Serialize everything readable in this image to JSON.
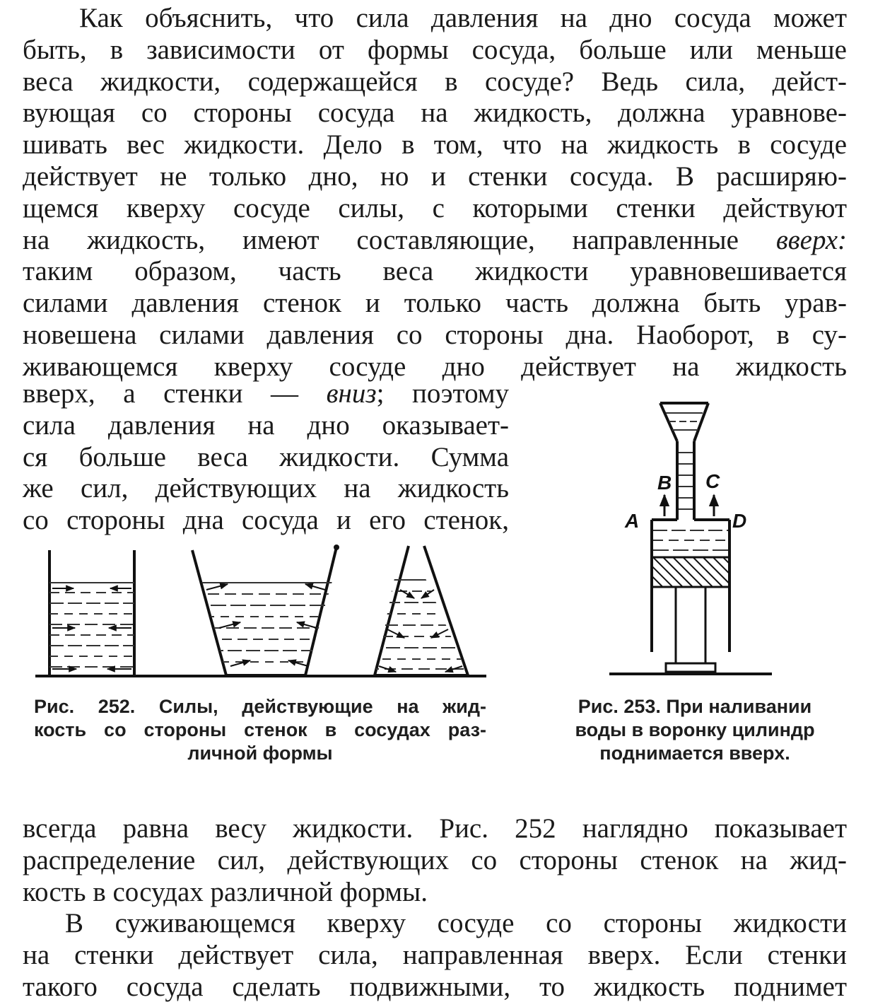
{
  "para_top": {
    "lines": [
      "Как объяснить, что сила давления на дно сосуда может",
      "быть, в зависимости от формы сосуда, больше или меньше",
      "веса жидкости, содержащейся в сосуде? Ведь сила, дейст-",
      "вующая со стороны сосуда на жидкость, должна уравнове-",
      "шивать вес жидкости. Дело в том, что на жидкость в сосуде",
      "действует не только дно, но и стенки сосуда. В расширяю-",
      "щемся кверху сосуде силы, с которыми стенки действуют",
      "на жидкость, имеют составляющие, направленные ",
      "таким образом, часть веса жидкости уравновешивается",
      "силами давления стенок и только часть должна быть урав-",
      "новешена силами давления со стороны дна. Наоборот, в су-",
      "живающемся кверху сосуде дно действует на жидкость"
    ],
    "emph_up": "вверх:"
  },
  "para_side": {
    "l1a": "вверх, а стенки — ",
    "l1b": "вниз",
    "l1c": "; поэтому",
    "lines": [
      "сила давления на дно оказывает-",
      "ся больше веса жидкости. Сумма",
      "же сил, действующих на жидкость",
      "со стороны дна сосуда и его стенок,"
    ]
  },
  "fig252": {
    "caption_lines": [
      "Рис. 252. Силы, действующие на жид-",
      "кость со стороны стенок в сосудах раз-",
      "личной формы"
    ]
  },
  "fig253": {
    "labels": {
      "a": "A",
      "b": "B",
      "c": "C",
      "d": "D"
    },
    "caption_lines": [
      "Рис. 253. При наливании",
      "воды в воронку цилиндр",
      "поднимается вверх."
    ]
  },
  "para_bottom": {
    "lines": [
      "всегда равна весу жидкости. Рис. 252 наглядно показывает",
      "распределение сил, действующих со стороны стенок на жид-",
      "кость в сосудах различной формы."
    ]
  },
  "para_bottom2": {
    "lines": [
      "В суживающемся кверху сосуде со стороны жидкости",
      "на стенки действует сила, направленная вверх. Если стенки",
      "такого сосуда сделать подвижными, то жидкость поднимет"
    ]
  }
}
